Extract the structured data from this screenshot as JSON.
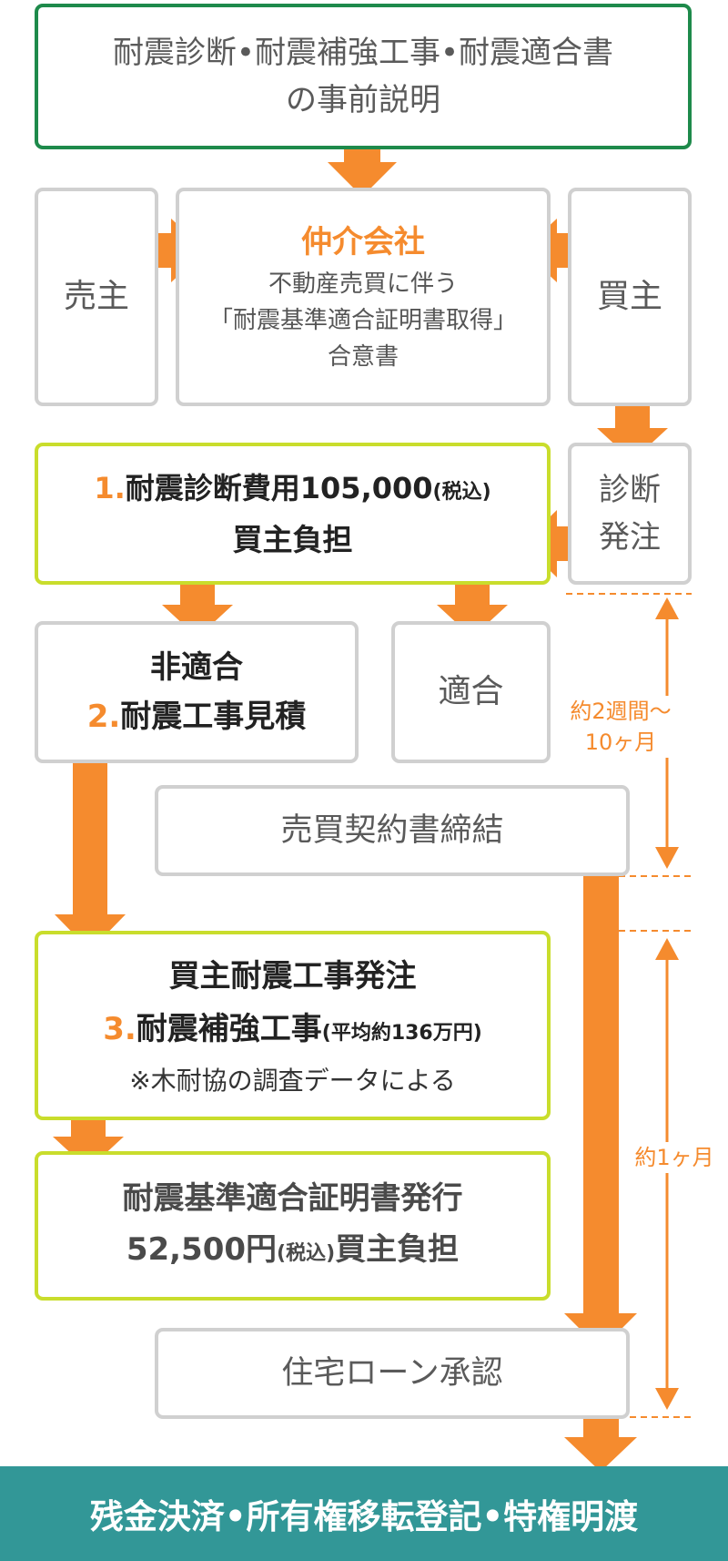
{
  "top_box": {
    "line1": "耐震診断•耐震補強工事•耐震適合書",
    "line2": "の事前説明"
  },
  "seller": {
    "label": "売主"
  },
  "buyer": {
    "label": "買主"
  },
  "broker": {
    "title": "仲介会社",
    "line1": "不動産売買に伴う",
    "line2": "「耐震基準適合証明書取得」",
    "line3": "合意書"
  },
  "diagnosis_order": {
    "line1": "診断",
    "line2": "発注"
  },
  "step1": {
    "num": "1.",
    "title": "耐震診断費用105,000",
    "tax": "(税込)",
    "line2": "買主負担"
  },
  "nonconform": {
    "line1": "非適合",
    "num": "2.",
    "line2": "耐震工事見積"
  },
  "conform": {
    "label": "適合"
  },
  "contract": {
    "label": "売買契約書締結"
  },
  "step3": {
    "line1": "買主耐震工事発注",
    "num": "3.",
    "title": "耐震補強工事",
    "note": "(平均約136万円)",
    "source": "※木耐協の調査データによる"
  },
  "certificate": {
    "line1": "耐震基準適合証明書発行",
    "price": "52,500円",
    "tax": "(税込)",
    "burden": "買主負担"
  },
  "loan": {
    "label": "住宅ローン承認"
  },
  "duration1": {
    "line1": "約2週間〜",
    "line2": "10ヶ月"
  },
  "duration2": {
    "label": "約1ヶ月"
  },
  "footer": {
    "label": "残金決済•所有権移転登記•特権明渡"
  },
  "colors": {
    "orange": "#f58b2e",
    "green": "#1e8a4b",
    "lime": "#c9dd2c",
    "gray": "#d0d0d0",
    "teal": "#329797"
  }
}
